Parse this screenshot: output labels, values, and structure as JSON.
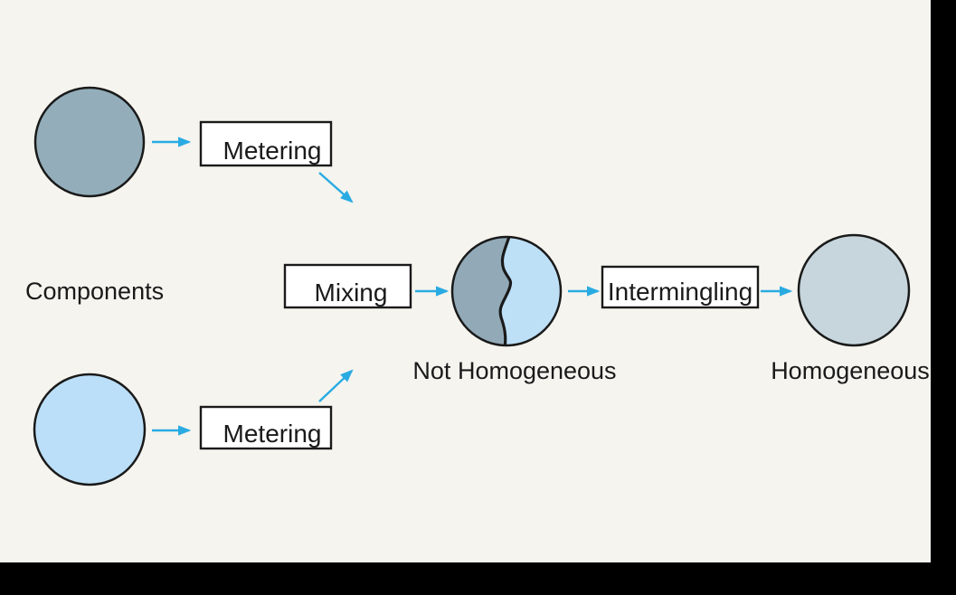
{
  "colors": {
    "background": "#f5f4ef",
    "frame": "#000000",
    "arrow": "#29abe2",
    "box_fill": "#ffffff",
    "component_top_fill": "#93aeba",
    "component_bottom_fill": "#bbdff8",
    "mixture_left_fill": "#92aab8",
    "mixture_right_fill": "#bde0f7",
    "homogeneous_fill": "#c7d6dd"
  },
  "diagram": {
    "components_label": "Components",
    "metering_top_label": "Metering",
    "metering_bottom_label": "Metering",
    "mixing_label": "Mixing",
    "intermingling_label": "Intermingling",
    "not_homogeneous_label": "Not Homogeneous",
    "homogeneous_label": "Homogeneous"
  }
}
